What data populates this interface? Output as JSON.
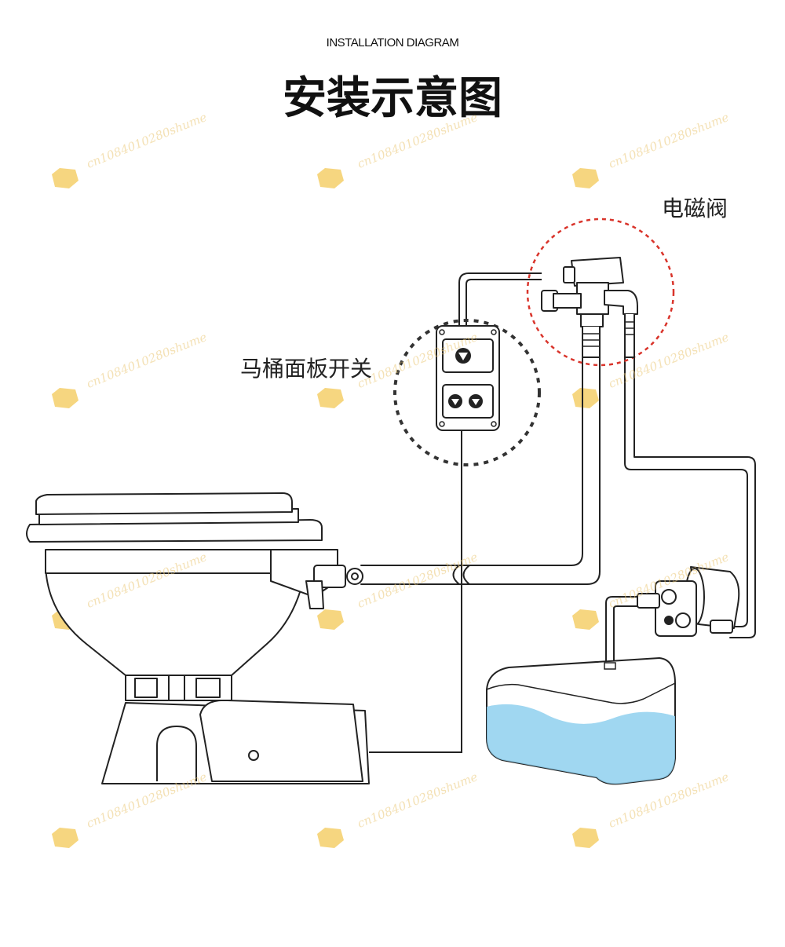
{
  "heading": {
    "english": "INSTALLATION DIAGRAM",
    "chinese": "安装示意图"
  },
  "callouts": {
    "solenoid_valve": "电磁阀",
    "panel_switch": "马桶面板开关"
  },
  "watermark": {
    "text": "cn1084010280shume",
    "color": "#f2c860"
  },
  "colors": {
    "line": "#222222",
    "callout_valve": "#d9342b",
    "callout_switch": "#333333",
    "water": "#8fd0ee"
  },
  "icons": [
    "toilet-icon",
    "panel-switch-icon",
    "solenoid-valve-icon",
    "water-pump-icon",
    "water-tank-icon"
  ]
}
